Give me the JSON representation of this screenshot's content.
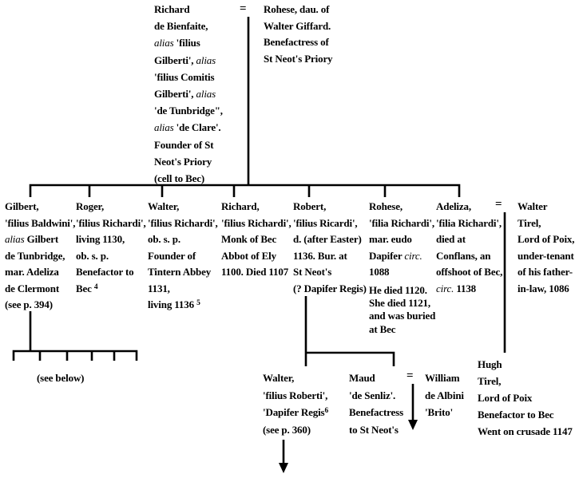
{
  "meta": {
    "background": "#ffffff",
    "ink": "#000000",
    "marriage_symbol": "="
  },
  "blocks": {
    "richard_bienfaite": {
      "lines": [
        "Richard",
        "de Bienfaite,",
        "*alias* 'filius",
        "Gilberti', *alias*",
        "'filius Comitis",
        "Gilberti', *alias*",
        "'de Tunbridge\",",
        "*alias* 'de Clare'.",
        "Founder of St",
        "Neot's Priory",
        "(cell to Bec)"
      ]
    },
    "rohese_giffard": {
      "lines": [
        "Rohese, dau. of",
        "Walter Giffard.",
        "Benefactress of",
        "St Neot's Priory"
      ]
    },
    "gilbert": {
      "lines": [
        "Gilbert,",
        "'filius Baldwini',",
        "*alias* Gilbert",
        "de Tunbridge,",
        "mar. Adeliza",
        "de Clermont",
        "(see p. 394)"
      ]
    },
    "roger": {
      "lines": [
        "Roger,",
        "'filius Richardi',",
        "living 1130,",
        "ob. s. p.",
        "Benefactor to",
        "Bec ^4"
      ]
    },
    "walter_fitzrichard": {
      "lines": [
        "Walter,",
        "'filius Richardi',",
        "ob. s. p.",
        "Founder of",
        "Tintern Abbey",
        "1131,",
        "living 1136 ^5"
      ]
    },
    "richard_monk": {
      "lines": [
        "Richard,",
        "'filius Richardi',",
        "Monk of Bec",
        "Abbot of Ely",
        "1100. Died 1107"
      ]
    },
    "robert": {
      "lines": [
        "Robert,",
        "'filius Ricardi',",
        "d. (after Easter)",
        "1136. Bur. at",
        "St Neot's",
        "(? Dapifer Regis)"
      ]
    },
    "rohese_eudo": {
      "lines": [
        "Rohese,",
        "'filia Richardi',",
        "mar. eudo",
        "Dapifer *circ.*",
        "1088"
      ]
    },
    "rohese_eudo_note": {
      "lines": [
        "He died 1120.",
        "She died 1121,",
        "and was buried",
        "at Bec"
      ]
    },
    "adeliza": {
      "lines": [
        "Adeliza,",
        "'filia Richardi',",
        "died at",
        "Conflans, an",
        "offshoot of Bec,",
        "*circ.* 1138"
      ]
    },
    "walter_tirel": {
      "lines": [
        "Walter",
        "Tirel,",
        "Lord of Poix,",
        "under-tenant",
        "of his father-",
        "in-law, 1086"
      ]
    },
    "see_below": "(see below)",
    "walter_fitzrobert": {
      "lines": [
        "Walter,",
        "'filius Roberti',",
        "'Dapifer Regis^6",
        "(see p. 360)"
      ]
    },
    "maud_senliz": {
      "lines": [
        "Maud",
        "'de Senliz'.",
        "Benefactress",
        "to St Neot's"
      ]
    },
    "william_albini": {
      "lines": [
        "William",
        "de Albini",
        "'Brito'"
      ]
    },
    "hugh_tirel": {
      "lines": [
        "Hugh",
        "Tirel,",
        "Lord of Poix",
        "Benefactor to Bec",
        "Went on crusade 1147"
      ]
    }
  }
}
